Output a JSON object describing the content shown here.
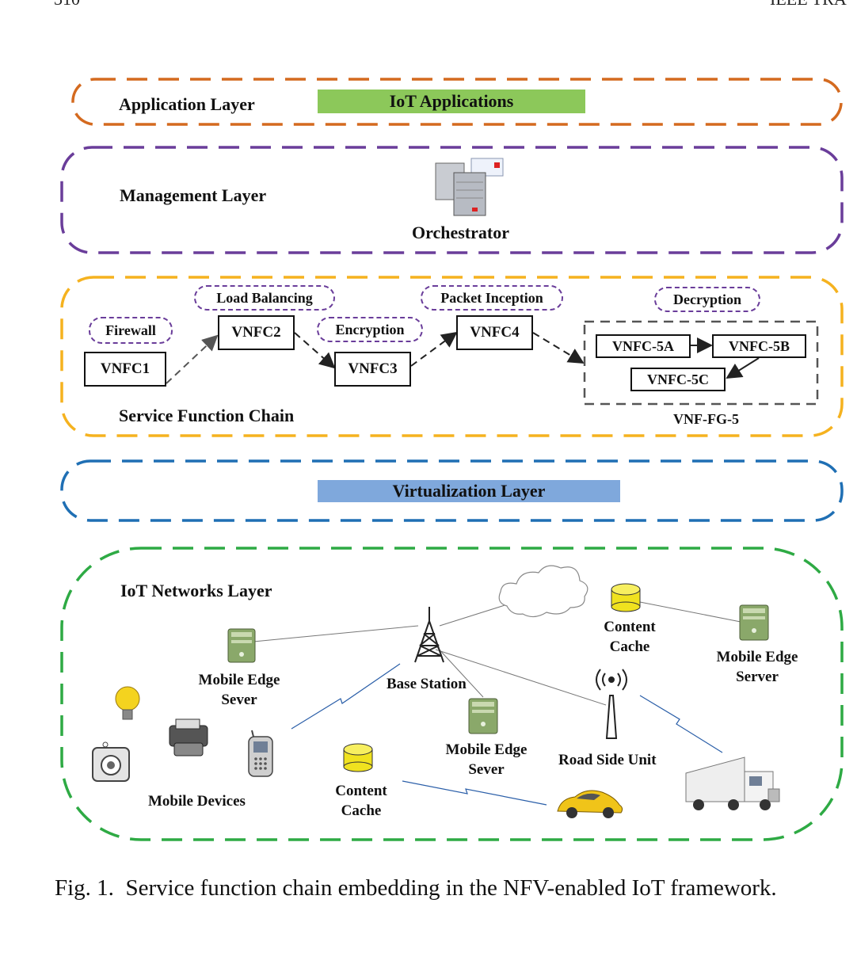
{
  "header": {
    "page_number": "310",
    "journal": "IEEE TRA"
  },
  "figure": {
    "application_layer": {
      "label": "Application Layer",
      "bar_text": "IoT Applications",
      "border_color": "#d46a1f",
      "bar_color": "#8cc85a"
    },
    "management_layer": {
      "label": "Management Layer",
      "orchestrator": "Orchestrator",
      "border_color": "#6a3d9a"
    },
    "sfc_layer": {
      "label": "Service Function Chain",
      "border_color": "#f5b21f",
      "functions": [
        "Firewall",
        "Load Balancing",
        "Encryption",
        "Packet Inception",
        "Decryption"
      ],
      "vnfcs": [
        "VNFC1",
        "VNFC2",
        "VNFC3",
        "VNFC4"
      ],
      "fg": {
        "label": "VNF-FG-5",
        "nodes": [
          "VNFC-5A",
          "VNFC-5B",
          "VNFC-5C"
        ]
      }
    },
    "virtualization_layer": {
      "bar_text": "Virtualization Layer",
      "border_color": "#1f6fb4",
      "bar_color": "#7fa8dc"
    },
    "iot_layer": {
      "label": "IoT Networks Layer",
      "border_color": "#2eaa44",
      "nodes": {
        "base_station": "Base Station",
        "mec_left": [
          "Mobile Edge",
          "Sever"
        ],
        "mec_mid": [
          "Mobile Edge",
          "Sever"
        ],
        "mec_right": [
          "Mobile Edge",
          "Server"
        ],
        "cache_top": [
          "Content",
          "Cache"
        ],
        "cache_bottom": [
          "Content",
          "Cache"
        ],
        "rsu": "Road Side Unit",
        "mobile_devices": "Mobile Devices"
      }
    }
  },
  "caption": {
    "prefix": "Fig. 1.",
    "text": "Service function chain embedding in the NFV-enabled IoT framework."
  }
}
